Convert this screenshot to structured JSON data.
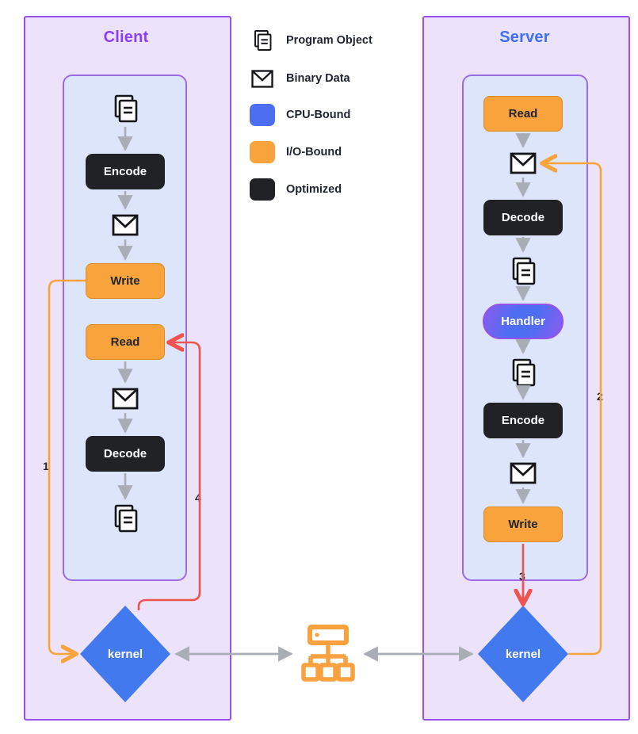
{
  "diagram": {
    "title_hidden": "",
    "colors": {
      "cpu_bound": "#4e6ef2",
      "io_bound": "#f8a33c",
      "optimized": "#212226",
      "panel_fill": "#ece3fb",
      "panel_border": "#9551e8",
      "inner_fill": "#dde5fb",
      "client_title": "#8b3ff0",
      "server_title": "#3d6ff5",
      "arrow_gray": "#a9adb6",
      "path_orange": "#f8a33c",
      "path_red": "#ef5350",
      "network_icon": "#f9a03f"
    }
  },
  "client": {
    "title": "Client",
    "nodes": [
      {
        "id": "client-program-object-top",
        "label": "",
        "kind": "program-object-icon"
      },
      {
        "id": "client-encode",
        "label": "Encode",
        "kind": "optimized"
      },
      {
        "id": "client-binary-out",
        "label": "",
        "kind": "binary-data-icon"
      },
      {
        "id": "client-write",
        "label": "Write",
        "kind": "io-bound"
      },
      {
        "id": "client-read",
        "label": "Read",
        "kind": "io-bound"
      },
      {
        "id": "client-binary-in",
        "label": "",
        "kind": "binary-data-icon"
      },
      {
        "id": "client-decode",
        "label": "Decode",
        "kind": "optimized"
      },
      {
        "id": "client-program-object-bottom",
        "label": "",
        "kind": "program-object-icon"
      }
    ],
    "kernel": {
      "label": "kernel",
      "kind": "cpu-bound"
    }
  },
  "server": {
    "title": "Server",
    "nodes": [
      {
        "id": "server-read",
        "label": "Read",
        "kind": "io-bound"
      },
      {
        "id": "server-binary-in",
        "label": "",
        "kind": "binary-data-icon"
      },
      {
        "id": "server-decode",
        "label": "Decode",
        "kind": "optimized"
      },
      {
        "id": "server-program-object-in",
        "label": "",
        "kind": "program-object-icon"
      },
      {
        "id": "server-handler",
        "label": "Handler",
        "kind": "cpu-bound"
      },
      {
        "id": "server-program-object-out",
        "label": "",
        "kind": "program-object-icon"
      },
      {
        "id": "server-encode",
        "label": "Encode",
        "kind": "optimized"
      },
      {
        "id": "server-binary-out",
        "label": "",
        "kind": "binary-data-icon"
      },
      {
        "id": "server-write",
        "label": "Write",
        "kind": "io-bound"
      }
    ],
    "kernel": {
      "label": "kernel",
      "kind": "cpu-bound"
    }
  },
  "network": {
    "icon": "sitemap-icon"
  },
  "edge_labels": {
    "one": "1",
    "two": "2",
    "three": "3",
    "four": "4"
  },
  "legend": {
    "items": [
      {
        "icon": "program-object-icon",
        "label": "Program Object"
      },
      {
        "icon": "binary-data-icon",
        "label": "Binary Data"
      },
      {
        "icon": "swatch-blue",
        "label": "CPU-Bound"
      },
      {
        "icon": "swatch-orange",
        "label": "I/O-Bound"
      },
      {
        "icon": "swatch-black",
        "label": "Optimized"
      }
    ]
  }
}
